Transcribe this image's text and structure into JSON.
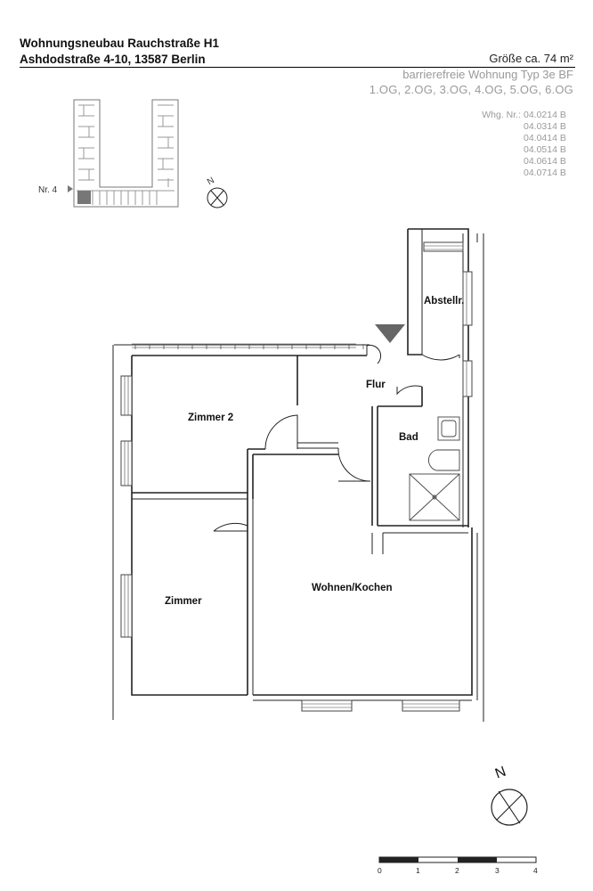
{
  "header": {
    "project": "Wohnungsneubau Rauchstraße H1",
    "address": "Ashdodstraße 4-10, 13587 Berlin",
    "size": "Größe ca. 74 m²",
    "type": "barrierefreie Wohnung Typ 3e BF",
    "floors": "1.OG, 2.OG, 3.OG, 4.OG, 5.OG, 6.OG",
    "unit_label": "Whg. Nr.:",
    "units": [
      "04.0214 B",
      "04.0314 B",
      "04.0414 B",
      "04.0514 B",
      "04.0614 B",
      "04.0714 B"
    ]
  },
  "keyplan": {
    "marker": "Nr. 4",
    "north": "N"
  },
  "rooms": {
    "storage": "Abstellr.",
    "hall": "Flur",
    "bath": "Bad",
    "room2": "Zimmer 2",
    "room": "Zimmer",
    "living": "Wohnen/Kochen"
  },
  "north": "N",
  "scale": {
    "ticks": [
      "0",
      "1",
      "2",
      "3",
      "4"
    ]
  }
}
